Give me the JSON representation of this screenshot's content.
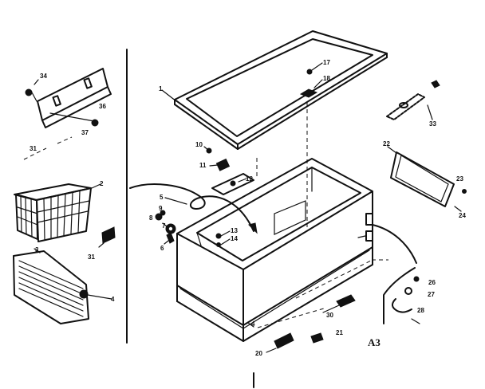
{
  "diagram": {
    "code": "A3",
    "parts": {
      "p1": "1",
      "p2": "2",
      "p3": "3",
      "p4a": "4",
      "p4b": "4",
      "p5": "5",
      "p6": "6",
      "p7": "7",
      "p8": "8",
      "p9": "9",
      "p10": "10",
      "p11": "11",
      "p12": "12",
      "p13": "13",
      "p14": "14",
      "p17": "17",
      "p18": "18",
      "p20": "20",
      "p21": "21",
      "p22": "22",
      "p23": "23",
      "p24": "24",
      "p26": "26",
      "p27": "27",
      "p28": "28",
      "p30": "30",
      "p31a": "31",
      "p31b": "31",
      "p33": "33",
      "p34": "34",
      "p36": "36",
      "p37": "37"
    }
  }
}
